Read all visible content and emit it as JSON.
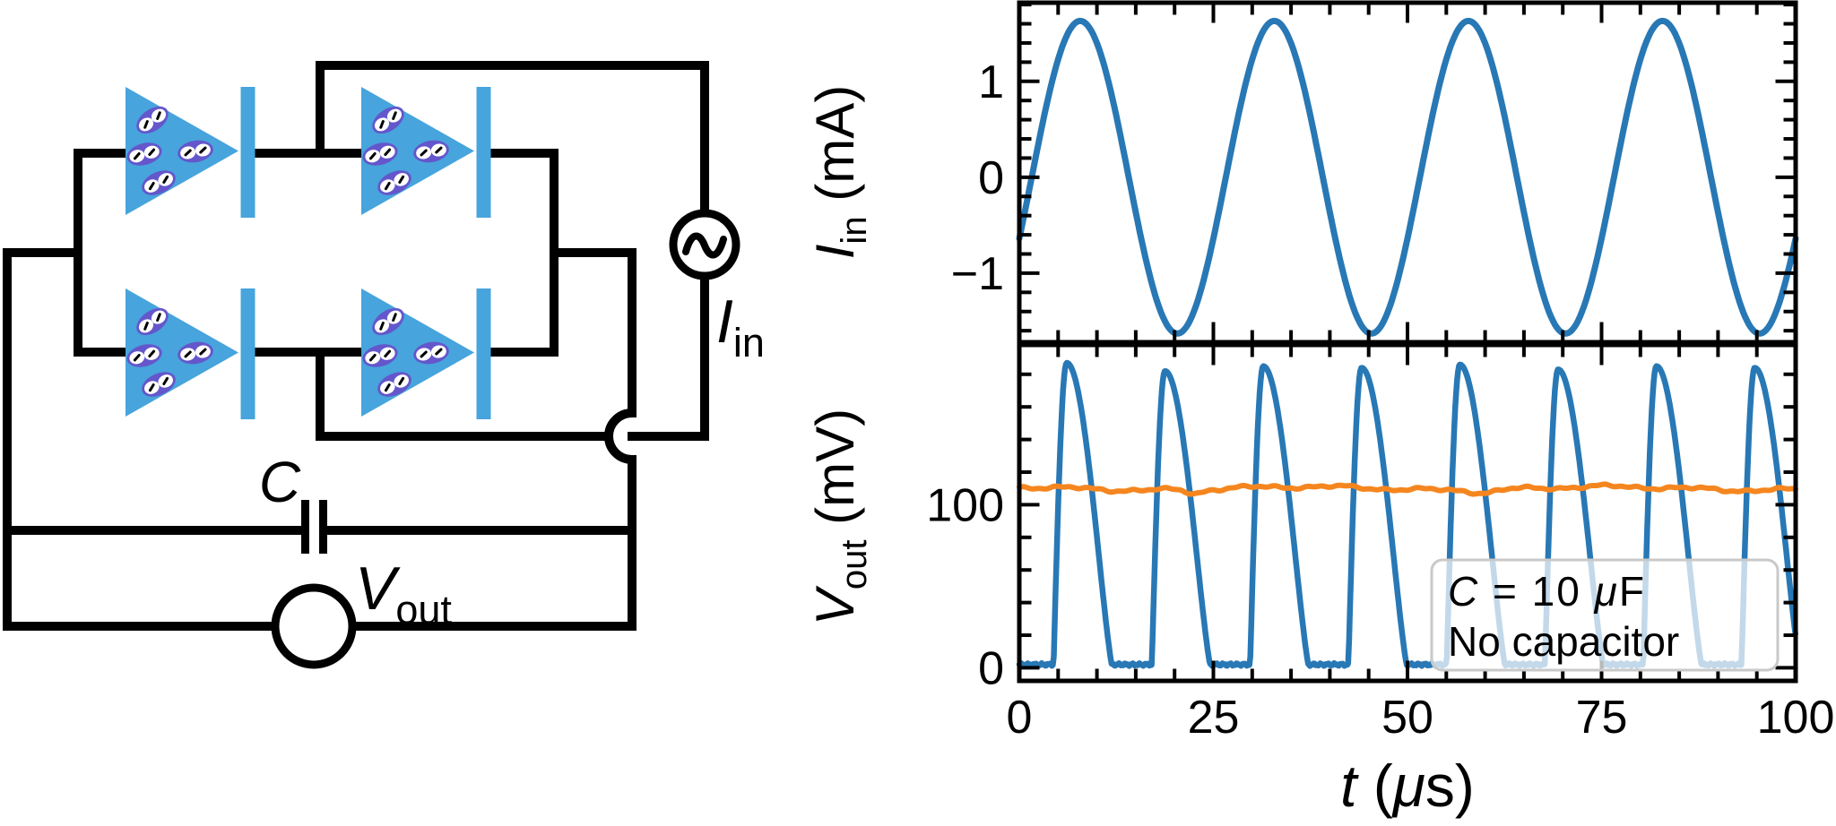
{
  "figure": {
    "description": "Bacterial-diode full-wave bridge rectifier circuit with smoothing capacitor, plus input current and output voltage waveforms",
    "background": "#ffffff"
  },
  "colors": {
    "wire": "#000000",
    "device_blue": "#47a4dc",
    "cell_purple": "#6456cb",
    "cell_white": "#ffffff",
    "series_blue": "#2878b5",
    "series_orange": "#f5861f",
    "legend_border": "#c9c9c9",
    "axis": "#000000"
  },
  "circuit": {
    "description": "Four bio-diodes (blue triangles filled with bacteria cells) arranged as a full-wave bridge, driven by AC current source I_in; output smoothed by capacitor C and measured by voltmeter V_out",
    "diode_count": 4,
    "bacteria_per_diode": 4,
    "labels": {
      "capacitor": "C",
      "vout_main": "V",
      "vout_sub": "out",
      "iin_main": "I",
      "iin_sub": "in"
    }
  },
  "chart_data": [
    {
      "type": "line",
      "panel": "top",
      "title": "",
      "ylabel": "I_in (mA)",
      "ylabel_main": "I",
      "ylabel_sub": "in",
      "ylabel_unit": " (mA)",
      "xlim": [
        0,
        100
      ],
      "ylim": [
        -1.72,
        1.82
      ],
      "yticks": [
        -1,
        0,
        1
      ],
      "ytick_labels": [
        "−1",
        "0",
        "1"
      ],
      "y_minor_interval": 0.2,
      "x_major_interval": 25,
      "x_minor_interval": 5,
      "grid": false,
      "series": [
        {
          "name": "I_in",
          "color": "#2878b5",
          "waveform": "sine",
          "amplitude_mA": 1.63,
          "period_us": 25,
          "zero_cross_rising_us": 1.6,
          "value_at_t0_mA": -0.63,
          "peak_times_us": [
            7.9,
            32.9,
            57.9,
            82.9
          ],
          "trough_times_us": [
            20.4,
            45.4,
            70.4,
            95.4
          ]
        }
      ]
    },
    {
      "type": "line",
      "panel": "bottom",
      "title": "",
      "xlabel": "t (μs)",
      "xlabel_main": "t",
      "xlabel_open": " (",
      "xlabel_mu": "μ",
      "xlabel_close": "s)",
      "ylabel": "V_out (mV)",
      "ylabel_main": "V",
      "ylabel_sub": "out",
      "ylabel_unit": " (mV)",
      "xlim": [
        0,
        100
      ],
      "ylim": [
        -8,
        198
      ],
      "xticks": [
        0,
        25,
        50,
        75,
        100
      ],
      "xtick_labels": [
        "0",
        "25",
        "50",
        "75",
        "100"
      ],
      "yticks": [
        0,
        100
      ],
      "ytick_labels": [
        "0",
        "100"
      ],
      "y_minor_interval": 20,
      "x_major_interval": 25,
      "x_minor_interval": 5,
      "grid": false,
      "legend": {
        "position": "lower right",
        "entries": [
          {
            "label": "C = 10 μF",
            "color": "#f5861f",
            "var": "C",
            "mid": " = 10 ",
            "mu": "μ",
            "unit": "F"
          },
          {
            "label": "No capacitor",
            "color": "#2878b5"
          }
        ]
      },
      "series": [
        {
          "name": "No capacitor",
          "color": "#2878b5",
          "waveform": "rectified_pulses",
          "baseline_mV": 2,
          "pulse_spacing_us": 12.66,
          "first_peak_us": 6.1,
          "rise_us": 1.7,
          "fall_us": 5.9,
          "peak_heights_mV": [
            187,
            182,
            185,
            184,
            186,
            183,
            185,
            184
          ]
        },
        {
          "name": "C = 10 μF",
          "color": "#f5861f",
          "waveform": "smoothed_dc",
          "mean_mV": 110,
          "ripple_mV": 2
        }
      ]
    }
  ]
}
